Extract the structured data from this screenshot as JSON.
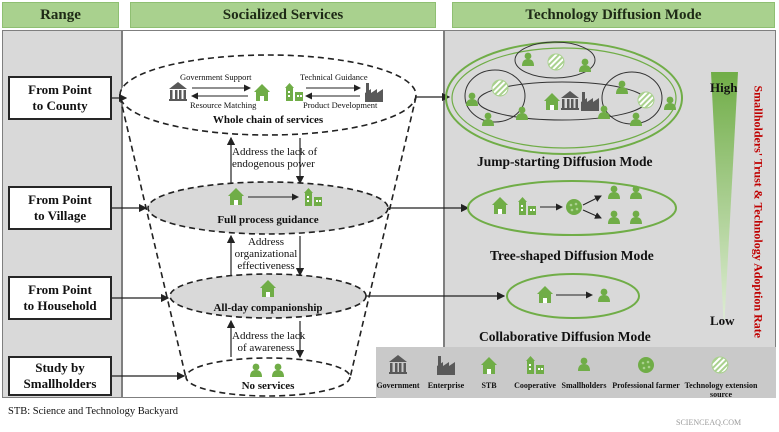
{
  "headers": {
    "range": "Range",
    "services": "Socialized Services",
    "mode": "Technology Diffusion Mode"
  },
  "ranges": [
    "From Point to County",
    "From Point to Village",
    "From Point to Household",
    "Study by Smallholders"
  ],
  "range_lines": [
    [
      "From Point",
      "to County"
    ],
    [
      "From Point",
      "to Village"
    ],
    [
      "From Point",
      "to Household"
    ],
    [
      "Study by",
      "Smallholders"
    ]
  ],
  "funnel": {
    "top_labels": {
      "gov": "Government Support",
      "tech": "Technical Guidance",
      "res": "Resource Matching",
      "prod": "Product Development"
    },
    "levels": [
      "Whole chain of services",
      "Full process guidance",
      "All-day companionship",
      "No services"
    ],
    "arrows": [
      [
        "Address the lack of",
        "endogenous power"
      ],
      [
        "Address",
        "organizational",
        "effectiveness"
      ],
      [
        "Address the lack",
        "of awareness"
      ]
    ]
  },
  "modes": [
    "Jump-starting Diffusion Mode",
    "Tree-shaped Diffusion Mode",
    "Collaborative Diffusion Mode"
  ],
  "scale": {
    "title": "Smallholders' Trust & Technology Adoption Rate",
    "high": "High",
    "low": "Low"
  },
  "legend": [
    "Government",
    "Enterprise",
    "STB",
    "Cooperative",
    "Smallholders",
    "Professional farmer",
    "Technology extension source"
  ],
  "footnote": "STB: Science and Technology Backyard",
  "watermark": "SCIENCEAQ.COM",
  "colors": {
    "green": "#70ad47",
    "header": "#a9d18e",
    "panel": "#d9d9d9",
    "red": "#c00000"
  }
}
